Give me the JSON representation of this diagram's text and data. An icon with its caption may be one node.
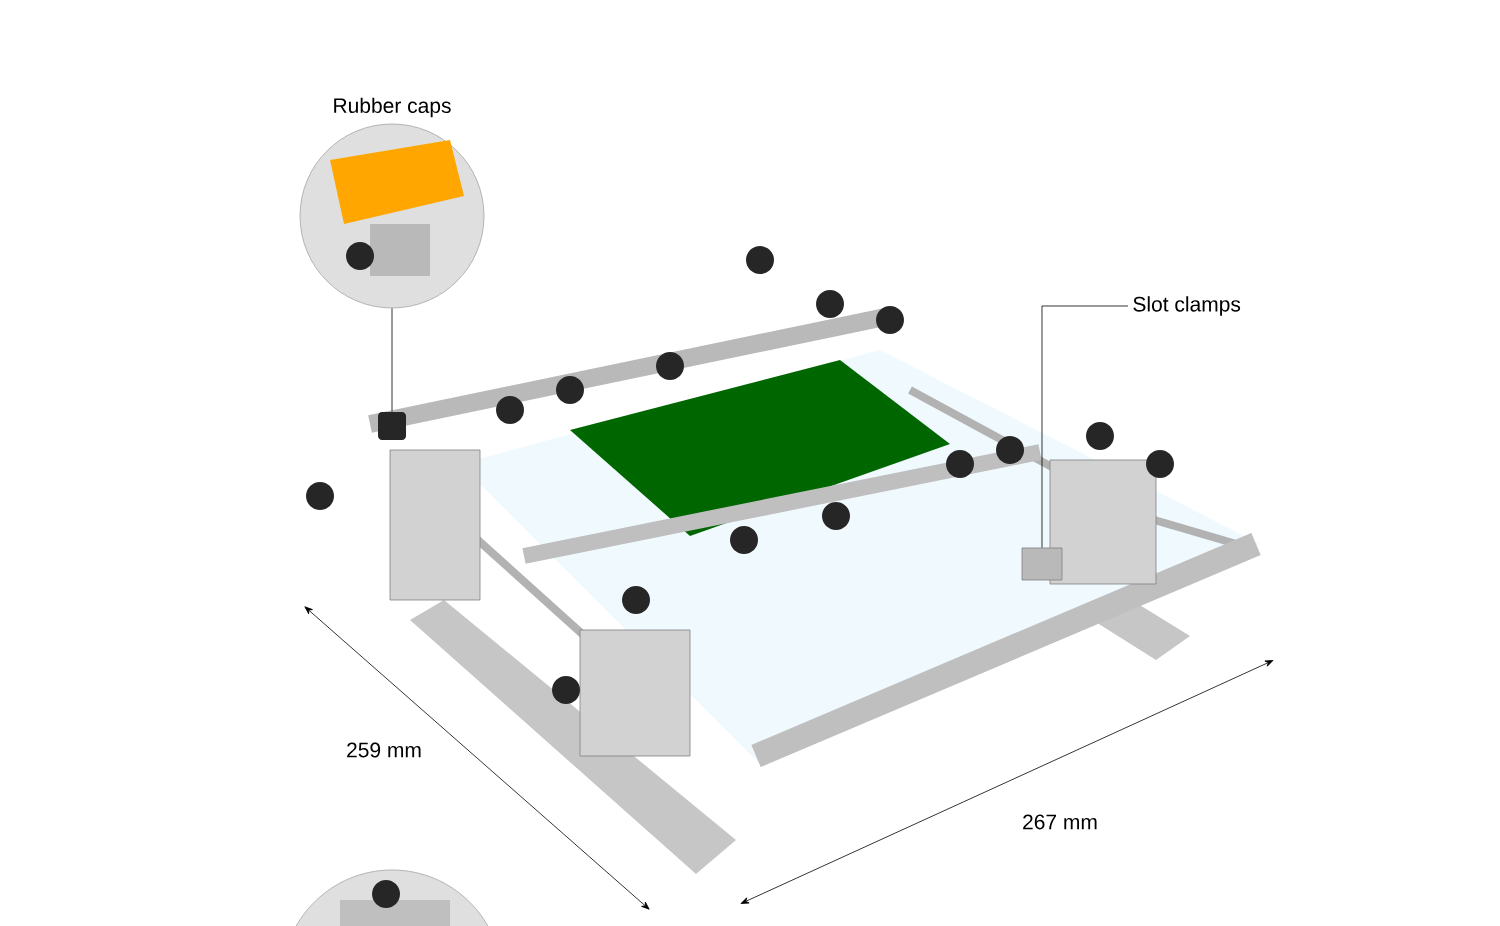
{
  "diagram": {
    "nodes": [
      {
        "text": [
          "Rubber caps"
        ]
      },
      {
        "text": [],
        "shape": "box"
      },
      {
        "text": [
          "Slot clamps"
        ]
      },
      {
        "text": [],
        "shape": "box"
      },
      {
        "text": [],
        "shape": "circle"
      }
    ],
    "edges": [
      {
        "from": 0,
        "to": 1,
        "arrow": "none"
      },
      {
        "from": 2,
        "to": 3,
        "arrow": "none"
      }
    ],
    "labels": [
      "259 mm",
      "267 mm"
    ]
  }
}
